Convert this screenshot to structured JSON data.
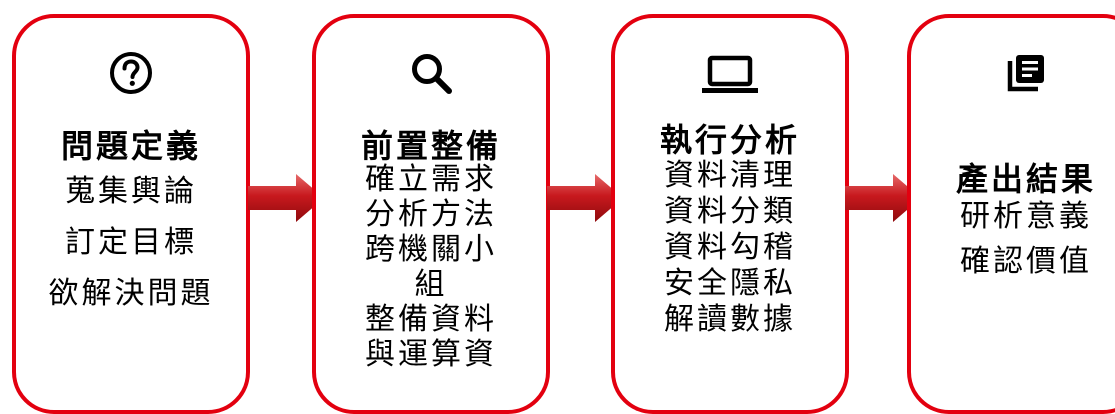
{
  "colors": {
    "border": "#e3000f",
    "arrow": "#c8191e"
  },
  "steps": [
    {
      "icon": "question-circle-icon",
      "title": "問題定義",
      "items": [
        "蒐集輿論",
        "訂定目標",
        "欲解決問題"
      ]
    },
    {
      "icon": "search-icon",
      "title": "前置整備",
      "items": [
        "確立需求",
        "分析方法",
        "跨機關小",
        "組",
        "整備資料",
        "與運算資"
      ]
    },
    {
      "icon": "laptop-icon",
      "title": "執行分析",
      "items": [
        "資料清理",
        "資料分類",
        "資料勾稽",
        "安全隱私",
        "解讀數據"
      ]
    },
    {
      "icon": "library-books-icon",
      "title": "產出結果",
      "items": [
        "研析意義",
        "確認價值"
      ]
    }
  ]
}
